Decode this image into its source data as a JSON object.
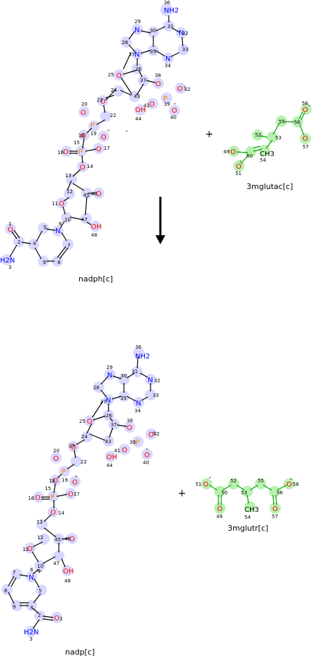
{
  "reaction": {
    "plus_sign": "+",
    "top": {
      "left_caption": "nadph[c]",
      "right_caption": "3mglutac[c]"
    },
    "bottom": {
      "left_caption": "nadp[c]",
      "right_caption": "3mglutr[c]"
    }
  },
  "colors": {
    "nad_highlight": "#d8d8ff",
    "acid_highlight": "#b8f0b0",
    "bond": "#000000",
    "oxygen": "#ff0000",
    "nitrogen": "#0000ff",
    "phosphorus": "#ff8000",
    "number": "#000000",
    "green_bond": "#00a000"
  },
  "atom_labels": {
    "nh2": "NH2",
    "h2n": "H2N",
    "ch3": "CH3",
    "oh": "OH",
    "o": "O",
    "n": "N",
    "p": "P",
    "neg": "-",
    "pos": "+"
  }
}
